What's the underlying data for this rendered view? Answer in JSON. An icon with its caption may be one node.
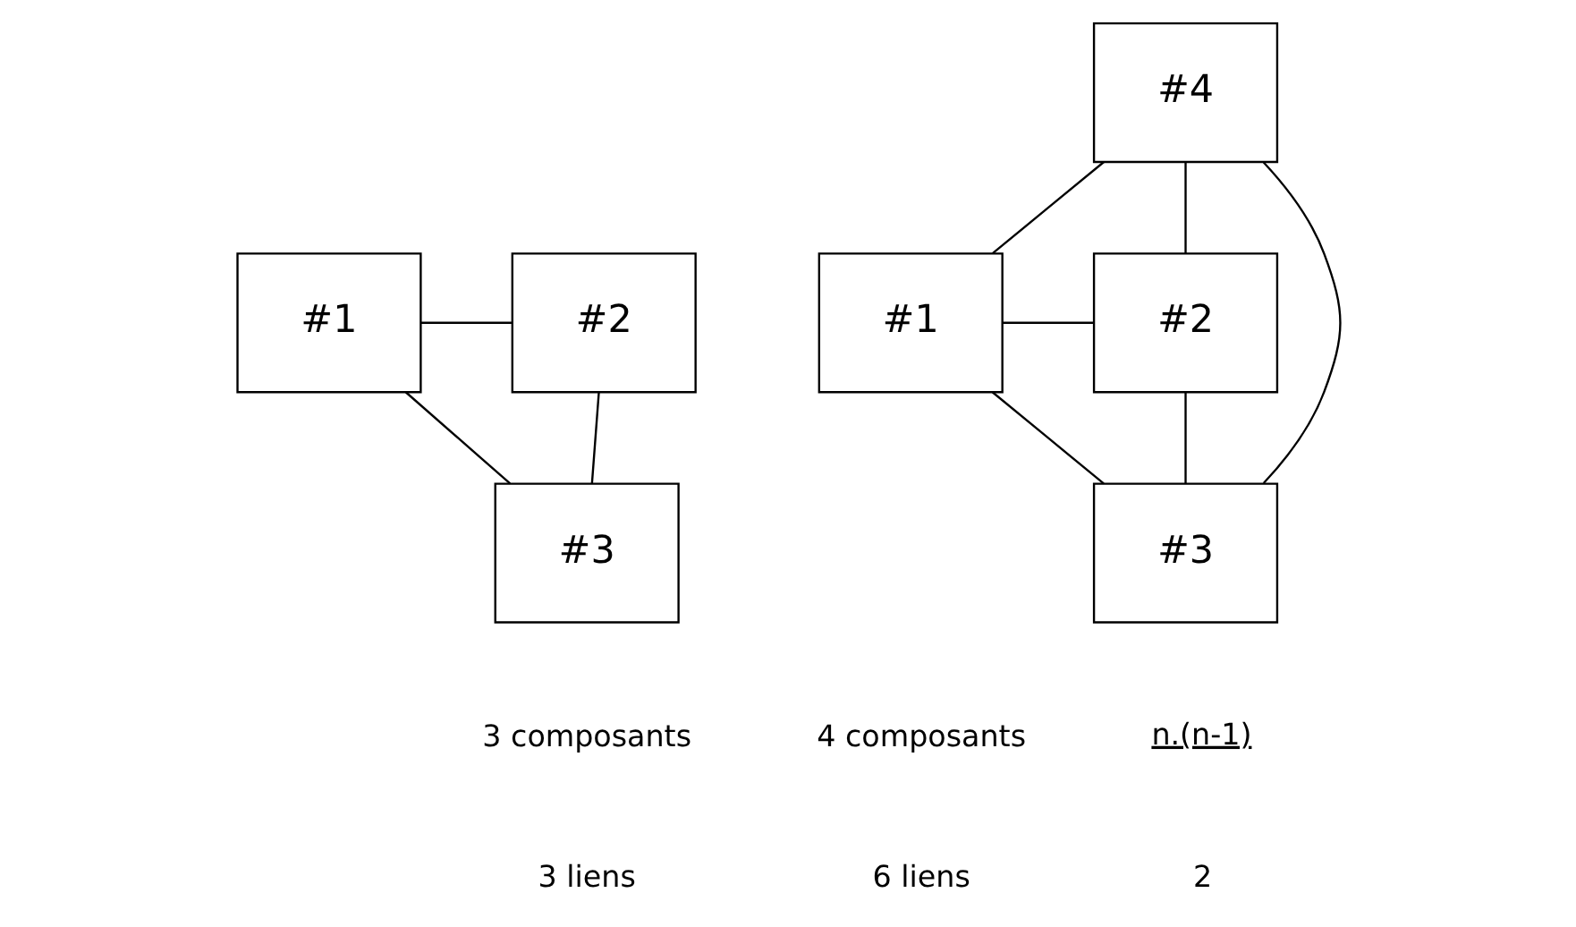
{
  "diagram": {
    "nodes": [
      {
        "text": [
          "#1"
        ]
      },
      {
        "text": [
          "#2"
        ]
      },
      {
        "text": [
          "#3"
        ]
      },
      {
        "text": [
          "#4"
        ]
      },
      {
        "text": [
          "#1"
        ]
      },
      {
        "text": [
          "#2"
        ]
      },
      {
        "text": [
          "#3"
        ]
      }
    ],
    "edges": [
      {
        "from": 0,
        "to": 1,
        "arrow": "none"
      },
      {
        "from": 0,
        "to": 2,
        "arrow": "none"
      },
      {
        "from": 1,
        "to": 2,
        "arrow": "none"
      },
      {
        "from": 3,
        "to": 4,
        "arrow": "none"
      },
      {
        "from": 3,
        "to": 5,
        "arrow": "none"
      },
      {
        "from": 3,
        "to": 6,
        "arrow": "none"
      },
      {
        "from": 4,
        "to": 5,
        "arrow": "none"
      },
      {
        "from": 4,
        "to": 6,
        "arrow": "none"
      },
      {
        "from": 5,
        "to": 6,
        "arrow": "none"
      }
    ],
    "labels": [
      "3 composants",
      "3 liens",
      "4 composants",
      "n.(n-1)",
      "6 liens",
      "2"
    ]
  }
}
